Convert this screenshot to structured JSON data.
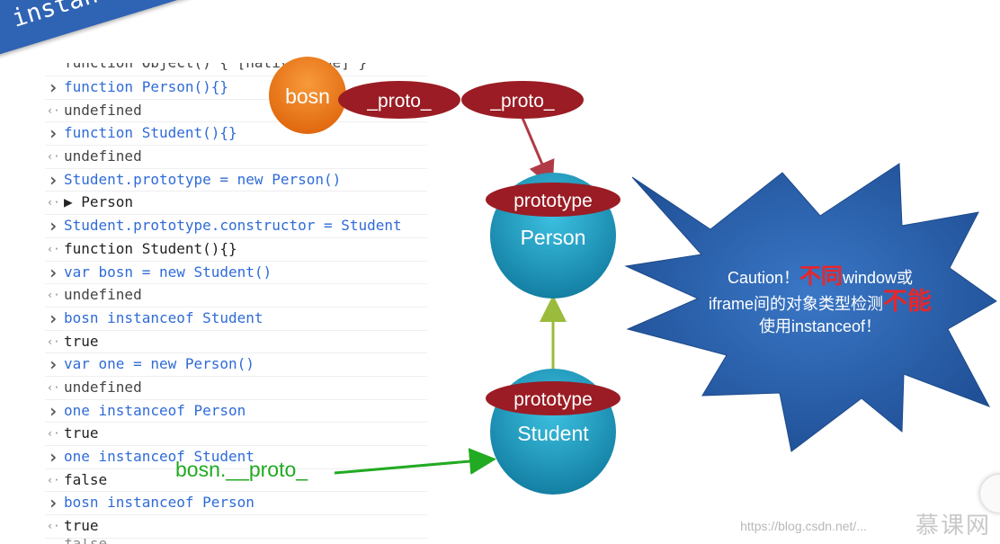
{
  "banner": {
    "title": "instanceof"
  },
  "console": {
    "top_partial": "function Object() { [native code] }",
    "lines": [
      {
        "kind": "input",
        "text": "function Person(){}"
      },
      {
        "kind": "output",
        "text": "undefined"
      },
      {
        "kind": "input",
        "text": "function Student(){}"
      },
      {
        "kind": "output",
        "text": "undefined"
      },
      {
        "kind": "input",
        "text": "Student.prototype = new Person()"
      },
      {
        "kind": "result",
        "text": "▶ Person"
      },
      {
        "kind": "input",
        "text": "Student.prototype.constructor = Student"
      },
      {
        "kind": "result",
        "text": "function Student(){}"
      },
      {
        "kind": "input",
        "text": "var bosn = new Student()"
      },
      {
        "kind": "output",
        "text": "undefined"
      },
      {
        "kind": "input",
        "text": "bosn instanceof Student"
      },
      {
        "kind": "result",
        "text": "true"
      },
      {
        "kind": "input",
        "text": "var one = new Person()"
      },
      {
        "kind": "output",
        "text": "undefined"
      },
      {
        "kind": "input",
        "text": "one instanceof Person"
      },
      {
        "kind": "result",
        "text": "true"
      },
      {
        "kind": "input",
        "text": "one instanceof Student"
      },
      {
        "kind": "result",
        "text": "false"
      },
      {
        "kind": "input",
        "text": "bosn instanceof Person"
      },
      {
        "kind": "result",
        "text": "true"
      }
    ],
    "bottom_partial": "false"
  },
  "diagram": {
    "bosn_label": "bosn",
    "proto_label_1": "_proto_",
    "proto_label_2": "_proto_",
    "person_prototype_label": "prototype",
    "person_label": "Person",
    "student_prototype_label": "prototype",
    "student_label": "Student",
    "annotation": "bosn.__proto_"
  },
  "caution": {
    "line1_a": "Caution！",
    "line1_b": "不同",
    "line1_c": "window或",
    "line2_a": "iframe间的对象类型检测",
    "line2_b": "不能",
    "line3": "使用instanceof！"
  },
  "footer": {
    "watermark": "https://blog.csdn.net/...",
    "logo": "慕课网"
  },
  "colors": {
    "banner": "#2f63b4",
    "orange": "#f07e1c",
    "dark_red": "#9b1c24",
    "teal": "#1f9fc4",
    "star": "#2b62ad",
    "green_arrow": "#22aa22",
    "link_green": "#9bbb3c",
    "link_red": "#b03b46",
    "caution_red": "#e8262a"
  }
}
